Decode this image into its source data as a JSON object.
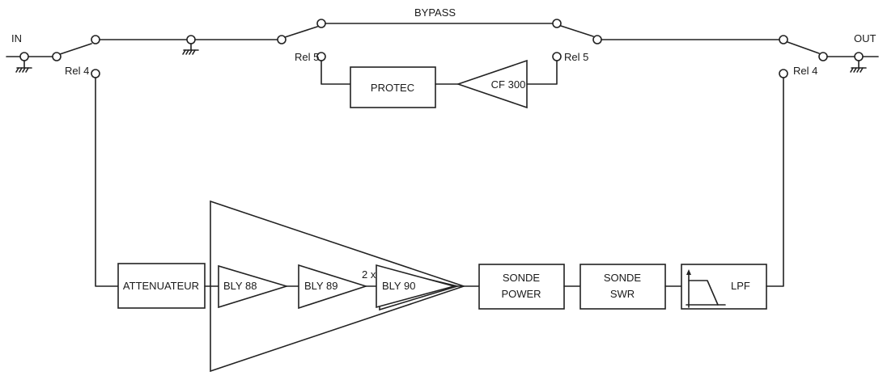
{
  "terminals": {
    "input": "IN",
    "output": "OUT"
  },
  "bypass_label": "BYPASS",
  "relays": {
    "rel4_left": "Rel 4",
    "rel4_right": "Rel 4",
    "rel5_left": "Rel 5",
    "rel5_right": "Rel 5"
  },
  "blocks": {
    "protec": "PROTEC",
    "cf300": "CF 300",
    "attenuateur": "ATTENUATEUR",
    "bly88": "BLY 88",
    "bly89": "BLY 89",
    "bly90": "BLY 90",
    "bly90_multiplier": "2 x",
    "sonde_power_line1": "SONDE",
    "sonde_power_line2": "POWER",
    "sonde_swr_line1": "SONDE",
    "sonde_swr_line2": "SWR",
    "lpf": "LPF"
  }
}
